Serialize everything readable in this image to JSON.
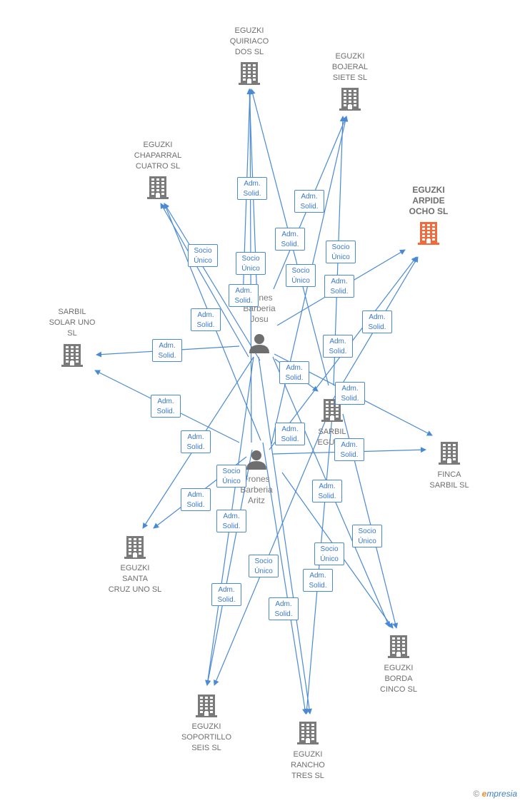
{
  "companies": [
    {
      "id": "quiriaco",
      "label": "EGUZKI\nQUIRIACO\nDOS  SL",
      "highlight": false
    },
    {
      "id": "bojeral",
      "label": "EGUZKI\nBOJERAL\nSIETE  SL",
      "highlight": false
    },
    {
      "id": "chaparral",
      "label": "EGUZKI\nCHAPARRAL\nCUATRO  SL",
      "highlight": false
    },
    {
      "id": "arpide",
      "label": "EGUZKI\nARPIDE\nOCHO  SL",
      "highlight": true
    },
    {
      "id": "solar",
      "label": "SARBIL\nSOLAR UNO\nSL",
      "highlight": false
    },
    {
      "id": "sarbil",
      "label": "SARBIL\nEGUZKI",
      "highlight": false
    },
    {
      "id": "finca",
      "label": "FINCA\nSARBIL  SL",
      "highlight": false
    },
    {
      "id": "santa",
      "label": "EGUZKI\nSANTA\nCRUZ UNO  SL",
      "highlight": false
    },
    {
      "id": "borda",
      "label": "EGUZKI\nBORDA\nCINCO  SL",
      "highlight": false
    },
    {
      "id": "soportillo",
      "label": "EGUZKI\nSOPORTILLO\nSEIS  SL",
      "highlight": false
    },
    {
      "id": "rancho",
      "label": "EGUZKI\nRANCHO\nTRES  SL",
      "highlight": false
    }
  ],
  "persons": [
    {
      "id": "josu",
      "label": "Frones\nBarberia\nJosu"
    },
    {
      "id": "aritz",
      "label": "Frones\nBarberia\nAritz"
    }
  ],
  "relations": [
    {
      "label": "Adm.\nSolid."
    },
    {
      "label": "Adm.\nSolid."
    },
    {
      "label": "Socio\nÚnico"
    },
    {
      "label": "Adm.\nSolid."
    },
    {
      "label": "Adm.\nSolid."
    },
    {
      "label": "Socio\nÚnico"
    },
    {
      "label": "Adm.\nSolid."
    },
    {
      "label": "Adm.\nSolid."
    },
    {
      "label": "Socio\nÚnico"
    },
    {
      "label": "Adm.\nSolid."
    },
    {
      "label": "Adm.\nSolid."
    },
    {
      "label": "Socio\nÚnico"
    },
    {
      "label": "Adm.\nSolid."
    },
    {
      "label": "Adm.\nSolid."
    },
    {
      "label": "Adm.\nSolid."
    },
    {
      "label": "Adm.\nSolid."
    },
    {
      "label": "Adm.\nSolid."
    },
    {
      "label": "Adm.\nSolid."
    },
    {
      "label": "Socio\nÚnico"
    },
    {
      "label": "Adm.\nSolid."
    },
    {
      "label": "Adm.\nSolid."
    },
    {
      "label": "Adm.\nSolid."
    },
    {
      "label": "Adm.\nSolid."
    },
    {
      "label": "Socio\nÚnico"
    },
    {
      "label": "Socio\nÚnico"
    },
    {
      "label": "Adm.\nSolid."
    },
    {
      "label": "Adm.\nSolid."
    },
    {
      "label": "Socio\nÚnico"
    },
    {
      "label": "Adm.\nSolid."
    }
  ],
  "colors": {
    "edge": "#4a8ad4",
    "building": "#7a7a7a",
    "highlight": "#f26a3c",
    "person": "#6e6e6e"
  },
  "footer": {
    "copyright": "©",
    "brand_initial": "e",
    "brand_rest": "mpresia"
  }
}
